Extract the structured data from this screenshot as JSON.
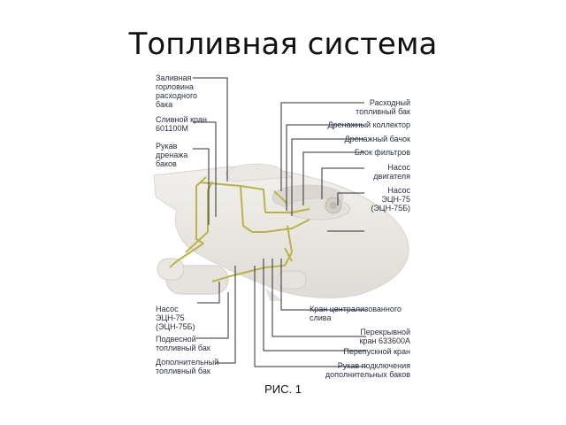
{
  "slide": {
    "title": "Топливная система",
    "caption": "РИС. 1"
  },
  "labels": {
    "zalivnaya": "Заливная\nгорловина\nрасходного\nбака",
    "slivnoy": "Сливной кран\n601100М",
    "rukav_drenazha": "Рукав\nдренажа\nбаков",
    "nasos_left": "Насос\nЭЦН-75\n(ЭЦН-75Б)",
    "podvesnoy": "Подвесной\nтопливный бак",
    "dopolnitelny": "Дополнительный\nтопливный бак",
    "raskhodny": "Расходный\nтопливный бак",
    "drenazhny_kollektor": "Дренажный коллектор",
    "drenazhny_bachok": "Дренажный бачок",
    "blok_filtrov": "Блок фильтров",
    "nasos_dvigatelya": "Насос\nдвигателя",
    "nasos_right": "Насос\nЭЦН-75\n(ЭЦН-75Б)",
    "kran_sliva": "Кран централизованного\nслива",
    "perekryvnoy": "Перекрывной\nкран 633600А",
    "perepusknoy": "Перепускной кран",
    "rukav_podklyucheniya": "Рукав подключения\nдополнительных баков"
  },
  "colors": {
    "fuselage": "#e9e6e1",
    "pipe": "#b9b449",
    "leader": "#2b2f3c"
  }
}
